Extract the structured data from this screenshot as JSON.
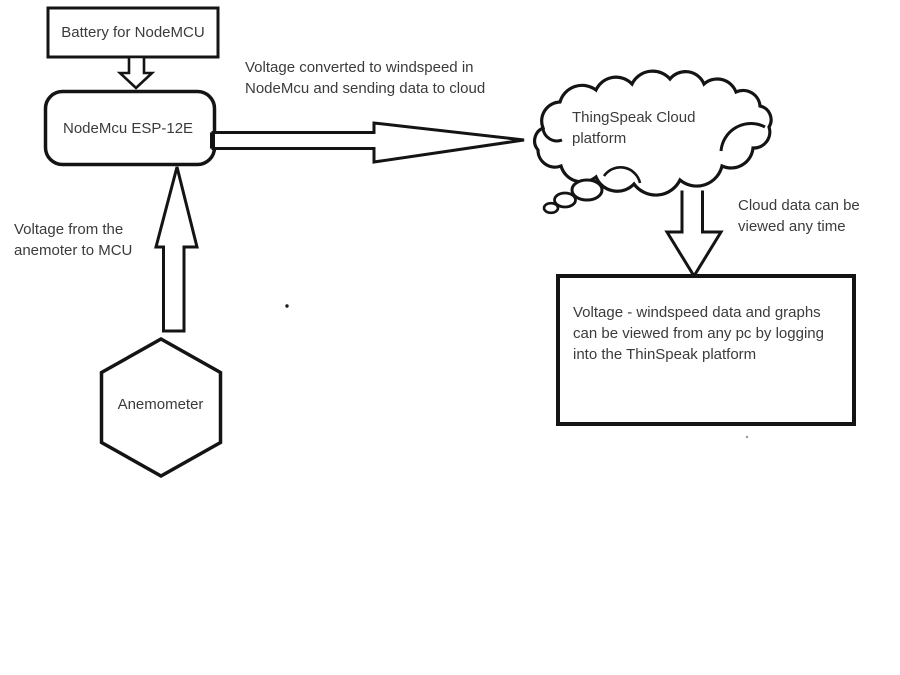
{
  "diagram_title": "NodeMCU anemometer to ThingSpeak data flow",
  "colors": {
    "background": "#ffffff",
    "shape_stroke": "#141414",
    "text": "#3b3b3b"
  },
  "nodes": {
    "battery": {
      "label": "Battery for NodeMCU",
      "shape": "rectangle"
    },
    "nodemcu": {
      "label": "NodeMcu ESP-12E",
      "shape": "rounded-rectangle"
    },
    "cloud": {
      "lines": [
        "ThingSpeak Cloud",
        "platform"
      ],
      "shape": "thought-cloud"
    },
    "result_box": {
      "lines": [
        "Voltage - windspeed data and graphs",
        "can be viewed from any pc by logging",
        "into the ThinSpeak platform"
      ],
      "shape": "rectangle"
    },
    "anemometer": {
      "label": "Anemometer",
      "shape": "hexagon"
    }
  },
  "annotations": {
    "to_cloud": {
      "lines": [
        "Voltage converted to windspeed in",
        "NodeMcu and sending data to cloud"
      ]
    },
    "view_any_time": {
      "lines": [
        "Cloud data can be",
        "viewed any time"
      ]
    },
    "from_anemometer": {
      "lines": [
        "Voltage from the",
        "anemoter to MCU"
      ]
    }
  },
  "arrows": [
    {
      "name": "battery-to-nodemcu",
      "from": "battery",
      "to": "nodemcu",
      "direction": "down"
    },
    {
      "name": "nodemcu-to-cloud",
      "from": "nodemcu",
      "to": "cloud",
      "direction": "right"
    },
    {
      "name": "cloud-to-result-box",
      "from": "cloud",
      "to": "result_box",
      "direction": "down"
    },
    {
      "name": "anemometer-to-nodemcu",
      "from": "anemometer",
      "to": "nodemcu",
      "direction": "up"
    }
  ]
}
